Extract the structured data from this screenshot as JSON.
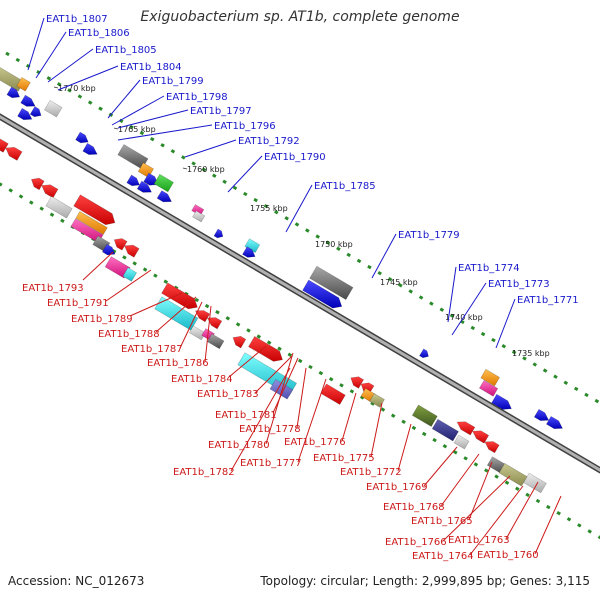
{
  "title": "Exiguobacterium sp. AT1b, complete genome",
  "footer": {
    "accession": "Accession: NC_012673",
    "topology": "Topology: circular; Length: 2,999,895 bp; Genes: 3,115"
  },
  "colors": {
    "backbone": "#808080",
    "forward_label": "#1a1acc",
    "reverse_label": "#cc1a1a",
    "tick": "#2a8a2a"
  },
  "kbp_ticks": [
    "1770 kbp",
    "1765 kbp",
    "1760 kbp",
    "1755 kbp",
    "1750 kbp",
    "1745 kbp",
    "1740 kbp",
    "1735 kbp"
  ],
  "genes_top": [
    "EAT1b_1807",
    "EAT1b_1806",
    "EAT1b_1805",
    "EAT1b_1804",
    "EAT1b_1799",
    "EAT1b_1798",
    "EAT1b_1797",
    "EAT1b_1796",
    "EAT1b_1792",
    "EAT1b_1790",
    "EAT1b_1785",
    "EAT1b_1779",
    "EAT1b_1774",
    "EAT1b_1773",
    "EAT1b_1771"
  ],
  "genes_bottom": [
    "EAT1b_1793",
    "EAT1b_1791",
    "EAT1b_1789",
    "EAT1b_1788",
    "EAT1b_1787",
    "EAT1b_1786",
    "EAT1b_1784",
    "EAT1b_1783",
    "EAT1b_1781",
    "EAT1b_1778",
    "EAT1b_1780",
    "EAT1b_1776",
    "EAT1b_1777",
    "EAT1b_1775",
    "EAT1b_1782",
    "EAT1b_1772",
    "EAT1b_1769",
    "EAT1b_1768",
    "EAT1b_1765",
    "EAT1b_1766",
    "EAT1b_1763",
    "EAT1b_1764",
    "EAT1b_1760"
  ]
}
